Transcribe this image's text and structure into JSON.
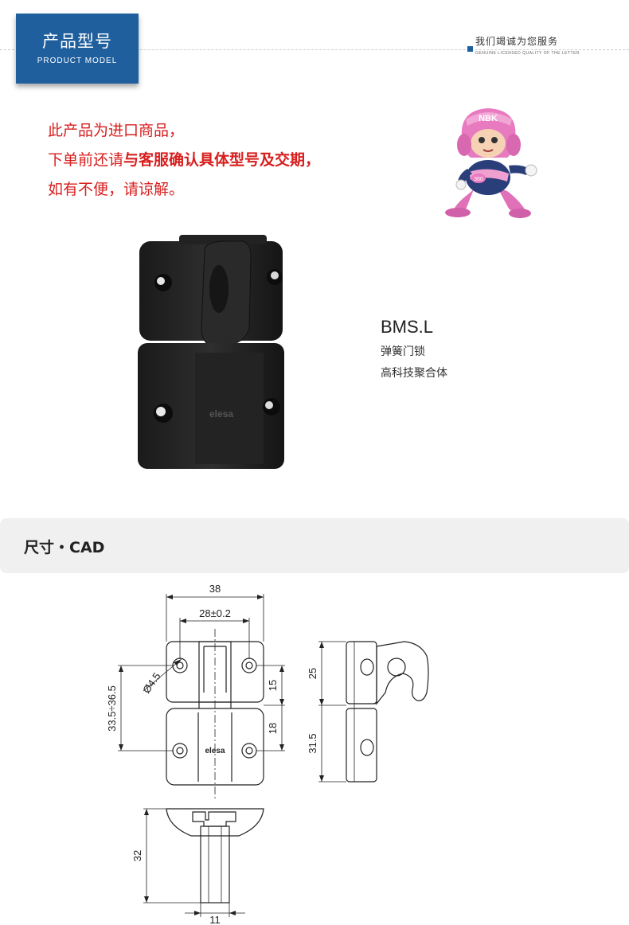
{
  "header": {
    "title_cn": "产品型号",
    "title_en": "PRODUCT MODEL",
    "slogan_cn": "我们竭诚为您服务",
    "slogan_en": "GENUINE LICENSED QUALITY OF THE LETTER"
  },
  "notice": {
    "line1": "此产品为进口商品，",
    "line2_normal": "下单前还请",
    "line2_bold": "与客服确认具体型号及交期，",
    "line3": "如有不便，请谅解。"
  },
  "mascot": {
    "cap_text": "NBK",
    "badge_text": "360"
  },
  "product": {
    "code": "BMS.L",
    "name": "弹簧门锁",
    "material": "高科技聚合体",
    "logo": "elesa"
  },
  "cad": {
    "title": "尺寸・CAD",
    "dims": {
      "width_total": "38",
      "width_holes": "28±0.2",
      "hole_dia": "Ø4.5",
      "hole_span": "33.5÷36.5",
      "upper_offset": "15",
      "lower_offset": "18",
      "side_upper": "25",
      "side_lower": "31.5",
      "depth": "32",
      "tongue_width": "11"
    }
  }
}
